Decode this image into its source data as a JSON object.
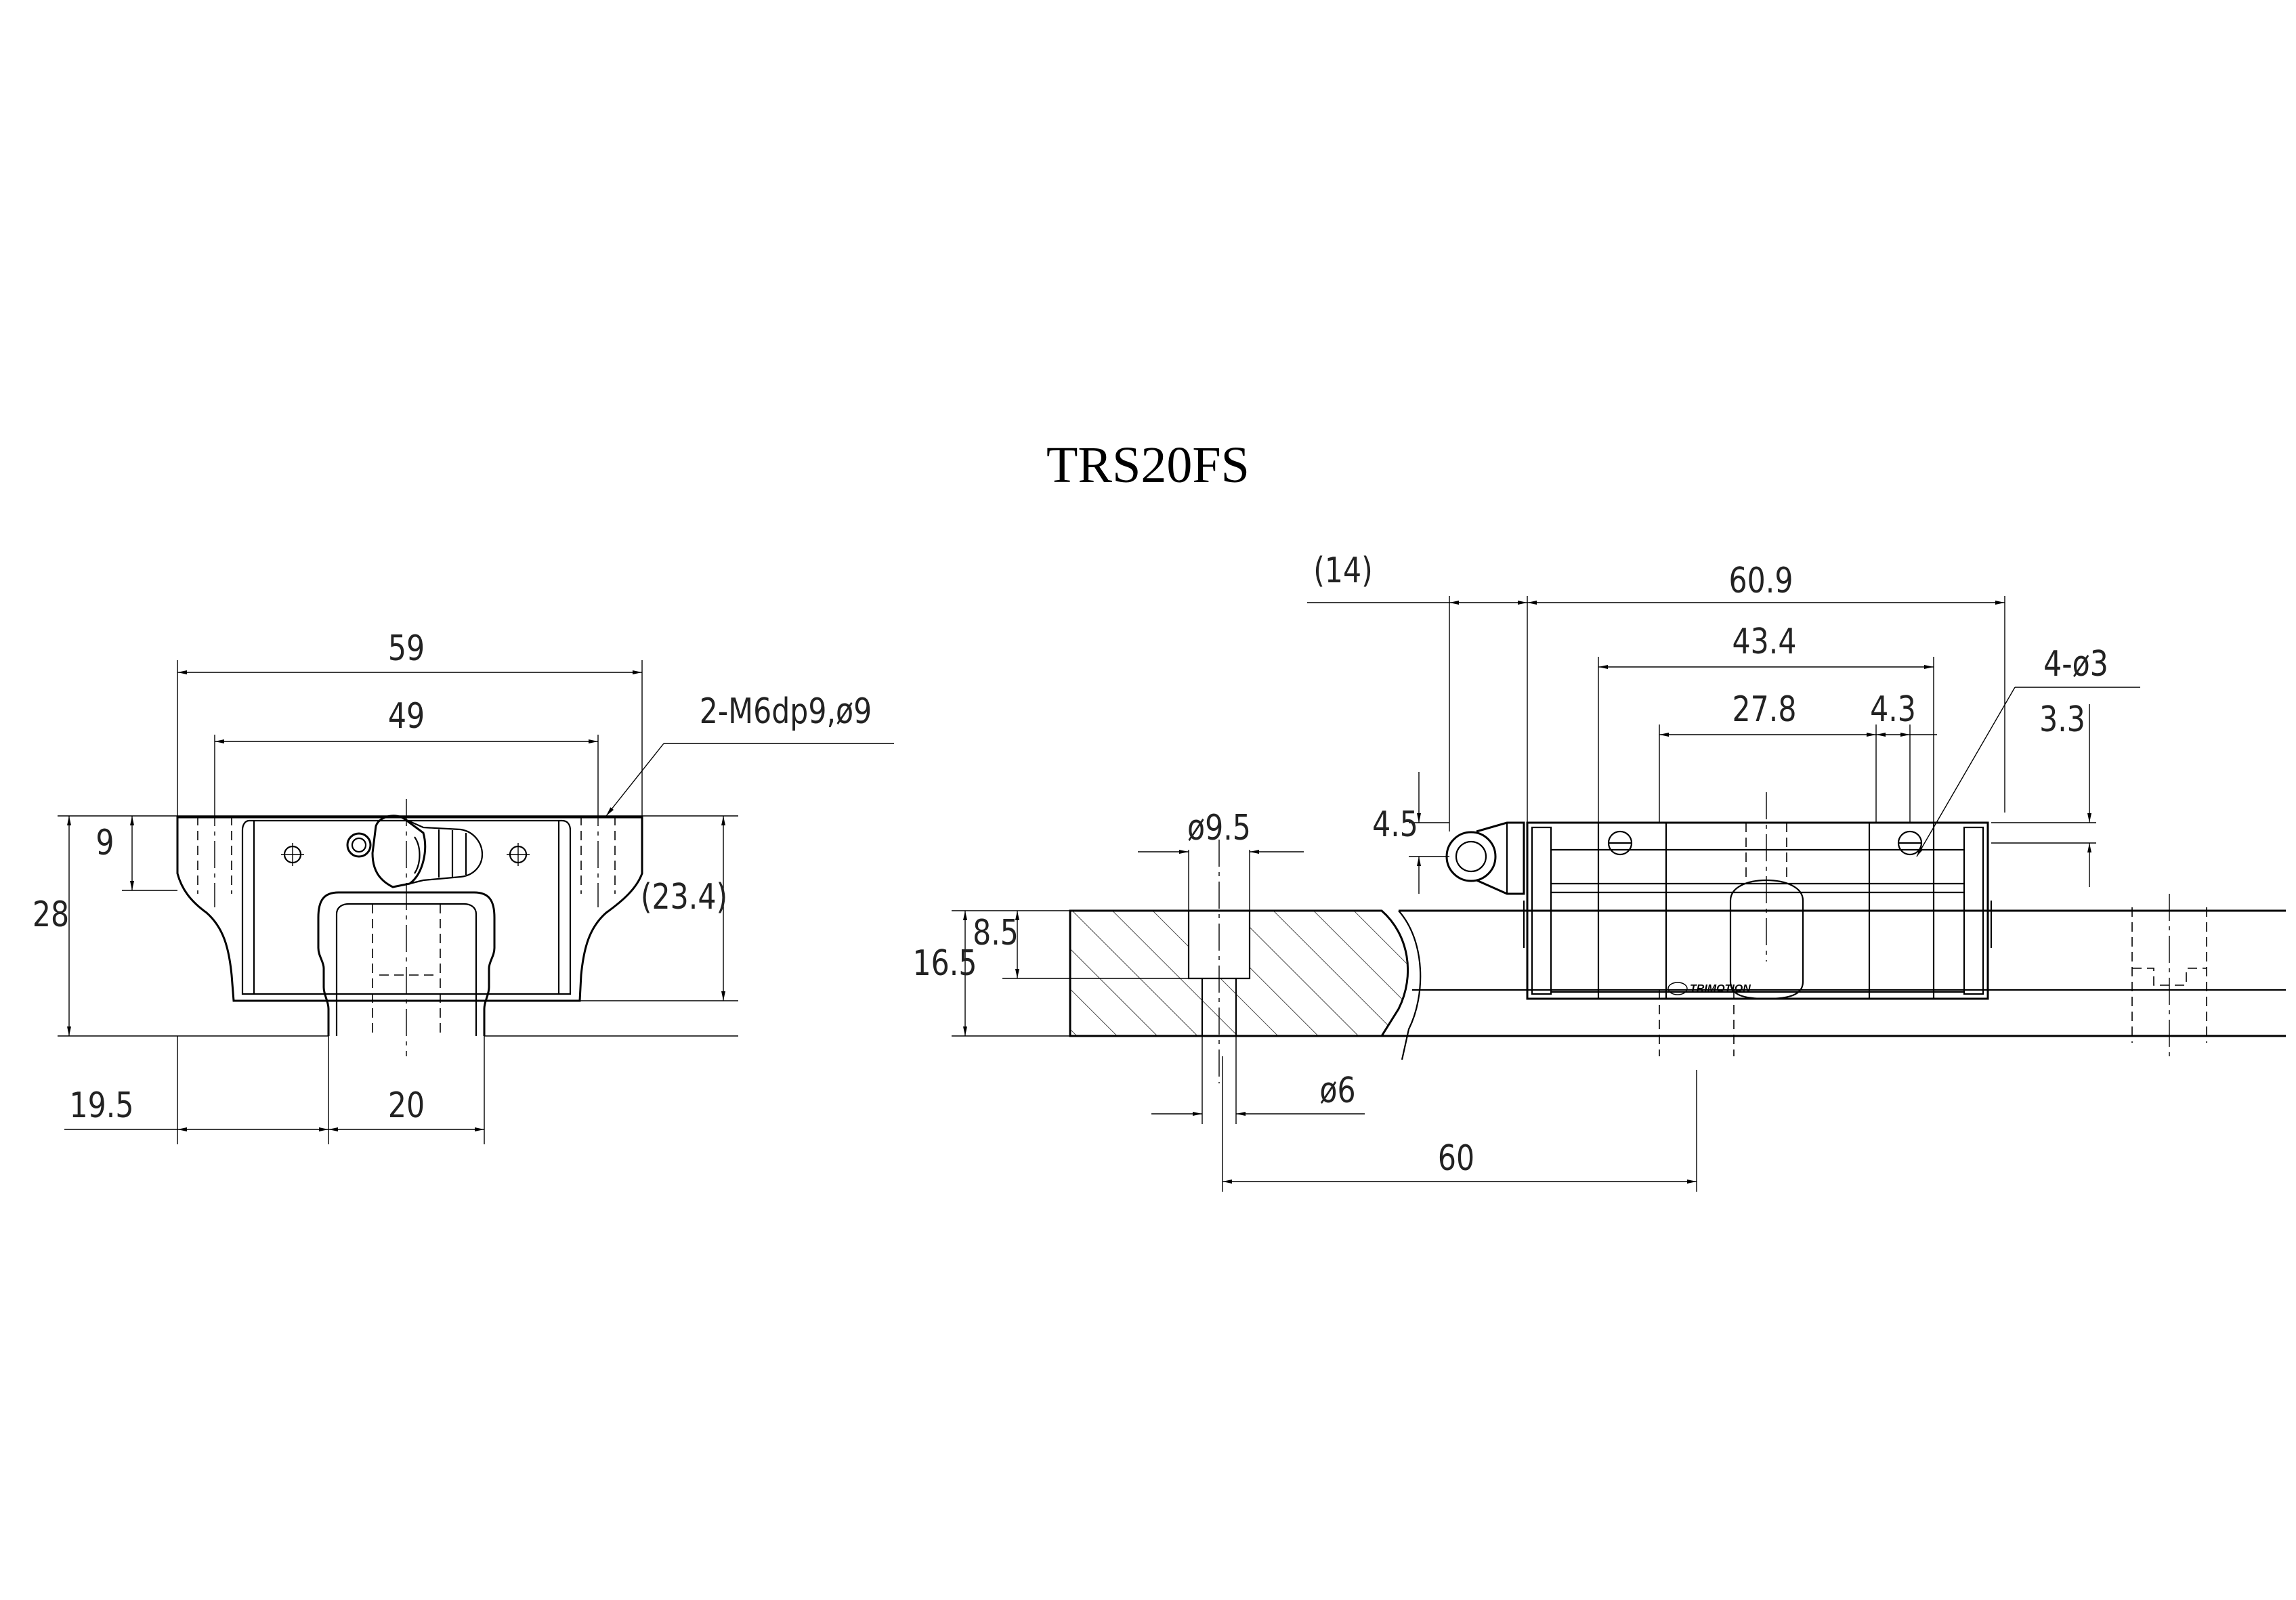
{
  "title": "TRS20FS",
  "front_view": {
    "dims": {
      "overall_width": "59",
      "hole_pitch": "49",
      "tap_note": "2-M6dp9,ø9",
      "tap_depth": "9",
      "total_height": "28",
      "block_height": "(23.4)",
      "rail_offset": "19.5",
      "rail_width": "20"
    }
  },
  "side_view": {
    "dims": {
      "grease_nipple": "(14)",
      "block_length": "60.9",
      "body_length": "43.4",
      "hole_spacing": "27.8",
      "seal_offset": "4.3",
      "holes_note": "4-ø3",
      "hole_height": "3.3",
      "nipple_height": "4.5",
      "cb_diameter": "ø9.5",
      "rail_height": "16.5",
      "cb_depth": "8.5",
      "bolt_diameter": "ø6",
      "rail_pitch": "60"
    },
    "brand": "TRIMOTION"
  },
  "colors": {
    "line": "#000000",
    "text": "#222222",
    "background": "#ffffff"
  }
}
